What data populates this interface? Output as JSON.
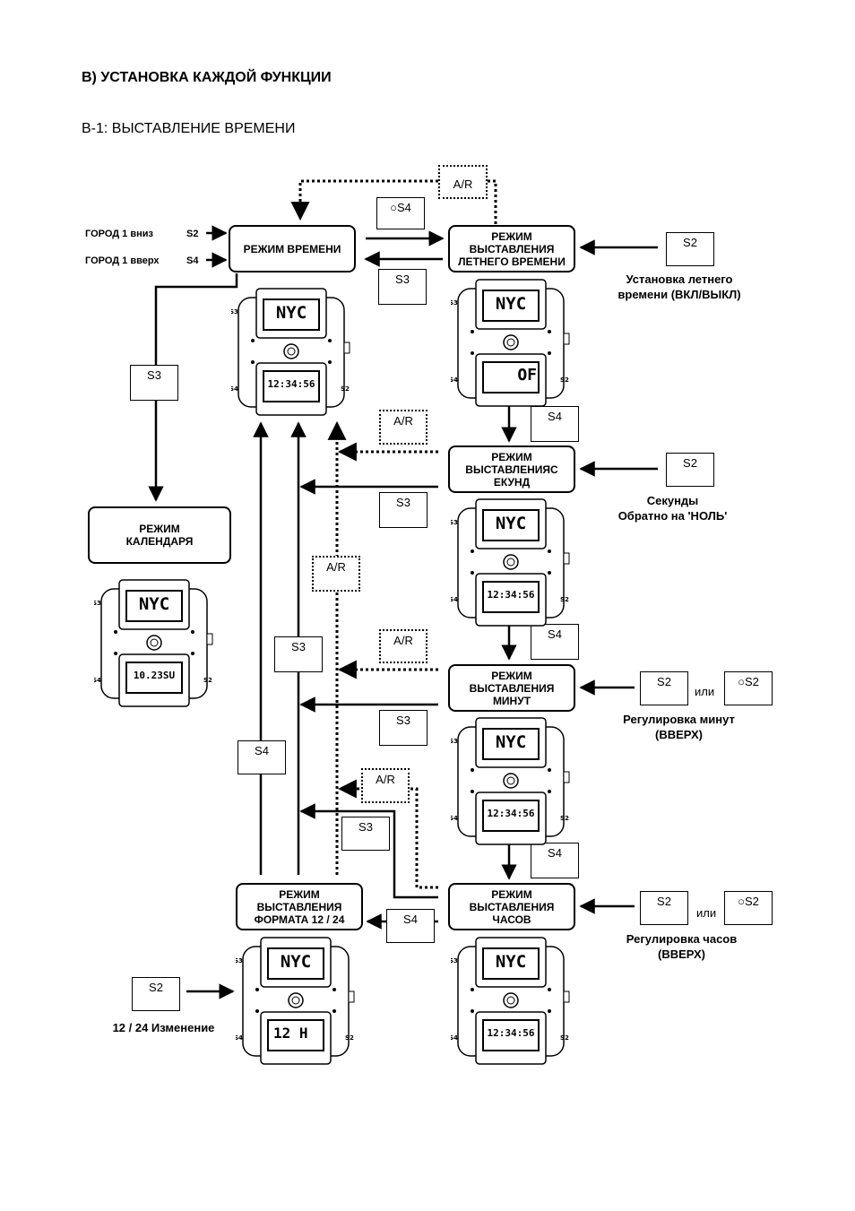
{
  "section_title": "B) УСТАНОВКА КАЖДОЙ ФУНКЦИИ",
  "subsection_title": "B-1: ВЫСТАВЛЕНИЕ ВРЕМЕНИ",
  "modes": {
    "time": "РЕЖИМ ВРЕМЕНИ",
    "dst": "РЕЖИМ\nВЫСТАВЛЕНИЯ\nЛЕТНЕГО ВРЕМЕНИ",
    "seconds": "РЕЖИМ\nВЫСТАВЛЕНИЯС\nЕКУНД",
    "calendar": "РЕЖИМ\nКАЛЕНДАРЯ",
    "minutes": "РЕЖИМ\nВЫСТАВЛЕНИЯ\nМИНУТ",
    "format": "РЕЖИМ\nВЫСТАВЛЕНИЯ\nФОРМАТА 12 / 24",
    "hours": "РЕЖИМ\nВЫСТАВЛЕНИЯ\nЧАСОВ"
  },
  "buttons": {
    "s2": "S2",
    "s3": "S3",
    "s4": "S4",
    "ar": "A/R",
    "circle_s4": "S4",
    "circle_s2": "S2",
    "or": "или"
  },
  "labels": {
    "city_down": "ГОРОД 1 вниз",
    "city_up": "ГОРОД 1 вверх",
    "dst_caption": "Установка летнего\nвремени (ВКЛ/ВЫКЛ)",
    "seconds_caption": "Секунды\nОбратно на 'НОЛЬ'",
    "minutes_caption": "Регулировка минут\n(ВВЕРХ)",
    "hours_caption": "Регулировка часов\n(ВВЕРХ)",
    "format_caption": "12 / 24 Изменение"
  },
  "displays": {
    "city": "NYC",
    "time": "12:34:56",
    "dst": "OF",
    "calendar": "10.23SU",
    "format": "12 H"
  },
  "icons": [
    "watch-module-icon",
    "arrow-icon",
    "circle-icon"
  ]
}
